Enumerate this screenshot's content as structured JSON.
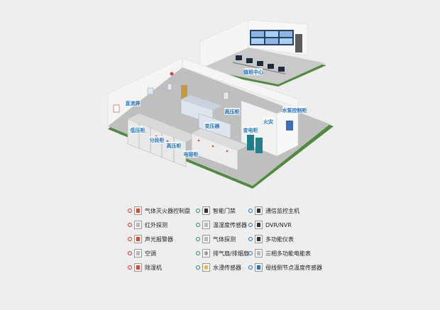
{
  "scene": {
    "monitor_center_label": "值班中心",
    "zone_labels": {
      "dc_screen": "直流屏",
      "high_voltage_cabinet": "高压柜",
      "high_voltage_cabinet_2": "高压柜",
      "low_voltage_cabinet": "低压柜",
      "distribution_cabinet": "分段柜",
      "capacitor_cabinet": "电容柜",
      "transformer": "变压器",
      "transformer_room": "变电柜",
      "fire_room": "火灾",
      "water_pump_control": "水泵控制柜"
    }
  },
  "legend": {
    "items": [
      {
        "label": "气体灭火器控制盘",
        "icon": "gas-extinguisher-panel-icon",
        "status": "red",
        "col": 0,
        "row": 0
      },
      {
        "label": "红外探测",
        "icon": "infrared-detector-icon",
        "status": "red",
        "col": 0,
        "row": 1
      },
      {
        "label": "声光报警器",
        "icon": "sound-light-alarm-icon",
        "status": "red",
        "col": 0,
        "row": 2
      },
      {
        "label": "空调",
        "icon": "air-conditioner-icon",
        "status": "red",
        "col": 0,
        "row": 3
      },
      {
        "label": "除湿机",
        "icon": "dehumidifier-icon",
        "status": "red",
        "col": 0,
        "row": 4
      },
      {
        "label": "智能门禁",
        "icon": "smart-access-control-icon",
        "status": "green",
        "col": 1,
        "row": 0
      },
      {
        "label": "温湿度传感器",
        "icon": "temperature-humidity-sensor-icon",
        "status": "green",
        "col": 1,
        "row": 1
      },
      {
        "label": "气体探测",
        "icon": "gas-detector-icon",
        "status": "green",
        "col": 1,
        "row": 2
      },
      {
        "label": "排气扇/排烟扇",
        "icon": "exhaust-fan-icon",
        "status": "green",
        "col": 1,
        "row": 3
      },
      {
        "label": "水浸传感器",
        "icon": "water-leak-sensor-icon",
        "status": "green",
        "col": 1,
        "row": 4
      },
      {
        "label": "通信监控主机",
        "icon": "communication-host-icon",
        "status": "blue",
        "col": 2,
        "row": 0
      },
      {
        "label": "DVR/NVR",
        "icon": "dvr-nvr-icon",
        "status": "blue",
        "col": 2,
        "row": 1
      },
      {
        "label": "多功能仪表",
        "icon": "multifunction-meter-icon",
        "status": "blue",
        "col": 2,
        "row": 2
      },
      {
        "label": "三相多功能电能表",
        "icon": "three-phase-energy-meter-icon",
        "status": "blue",
        "col": 2,
        "row": 3
      },
      {
        "label": "母线侧节点温度传感器",
        "icon": "busbar-temperature-sensor-icon",
        "status": "blue",
        "col": 2,
        "row": 4
      }
    ]
  }
}
